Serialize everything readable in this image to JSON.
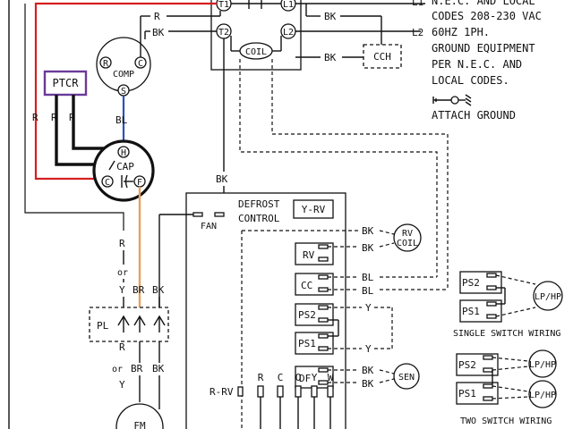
{
  "colors": {
    "red_wire": "#d42020",
    "blue_wire": "#3050b8",
    "orange_wire": "#e8a060",
    "ptcr_box": "#6a3a9a"
  },
  "notes": {
    "line1": "N.E.C. AND LOCAL",
    "line2": "CODES 208-230 VAC",
    "line3": "60HZ 1PH.",
    "line4": "GROUND EQUIPMENT",
    "line5": "PER N.E.C. AND",
    "line6": "LOCAL CODES.",
    "line7": "ATTACH GROUND"
  },
  "supply": {
    "l1": "L1",
    "l2": "L2"
  },
  "contactor": {
    "t1": "T1",
    "l1": "L1",
    "t2": "T2",
    "l2": "L2",
    "coil": "COIL"
  },
  "wires": {
    "r": "R",
    "bk": "BK",
    "bl": "BL",
    "y": "Y",
    "br": "BR",
    "or": "or",
    "o": "O"
  },
  "components": {
    "ptcr": "PTCR",
    "comp": "COMP",
    "comp_r": "R",
    "comp_c": "C",
    "comp_s": "S",
    "cap": "CAP",
    "cap_h": "H",
    "cap_c": "C",
    "cap_f": "F",
    "cch": "CCH",
    "rv_coil_1": "RV",
    "rv_coil_2": "COIL",
    "sen": "SEN",
    "pl": "PL",
    "fm": "FM"
  },
  "defrost": {
    "title1": "DEFROST",
    "title2": "CONTROL",
    "y_rv": "Y-RV",
    "fan": "FAN",
    "rv": "RV",
    "cc": "CC",
    "ps2": "PS2",
    "ps1": "PS1",
    "df": "DF",
    "r_rv": "R-RV",
    "terminals": [
      "R",
      "C",
      "O",
      "Y",
      "W"
    ]
  },
  "single_switch": {
    "ps2": "PS2",
    "ps1": "PS1",
    "lphp": "LP/HP",
    "caption": "SINGLE SWITCH WIRING"
  },
  "two_switch": {
    "ps2": "PS2",
    "ps1": "PS1",
    "lphp1": "LP/HP",
    "lphp2": "LP/HP",
    "caption": "TWO SWITCH WIRING"
  }
}
